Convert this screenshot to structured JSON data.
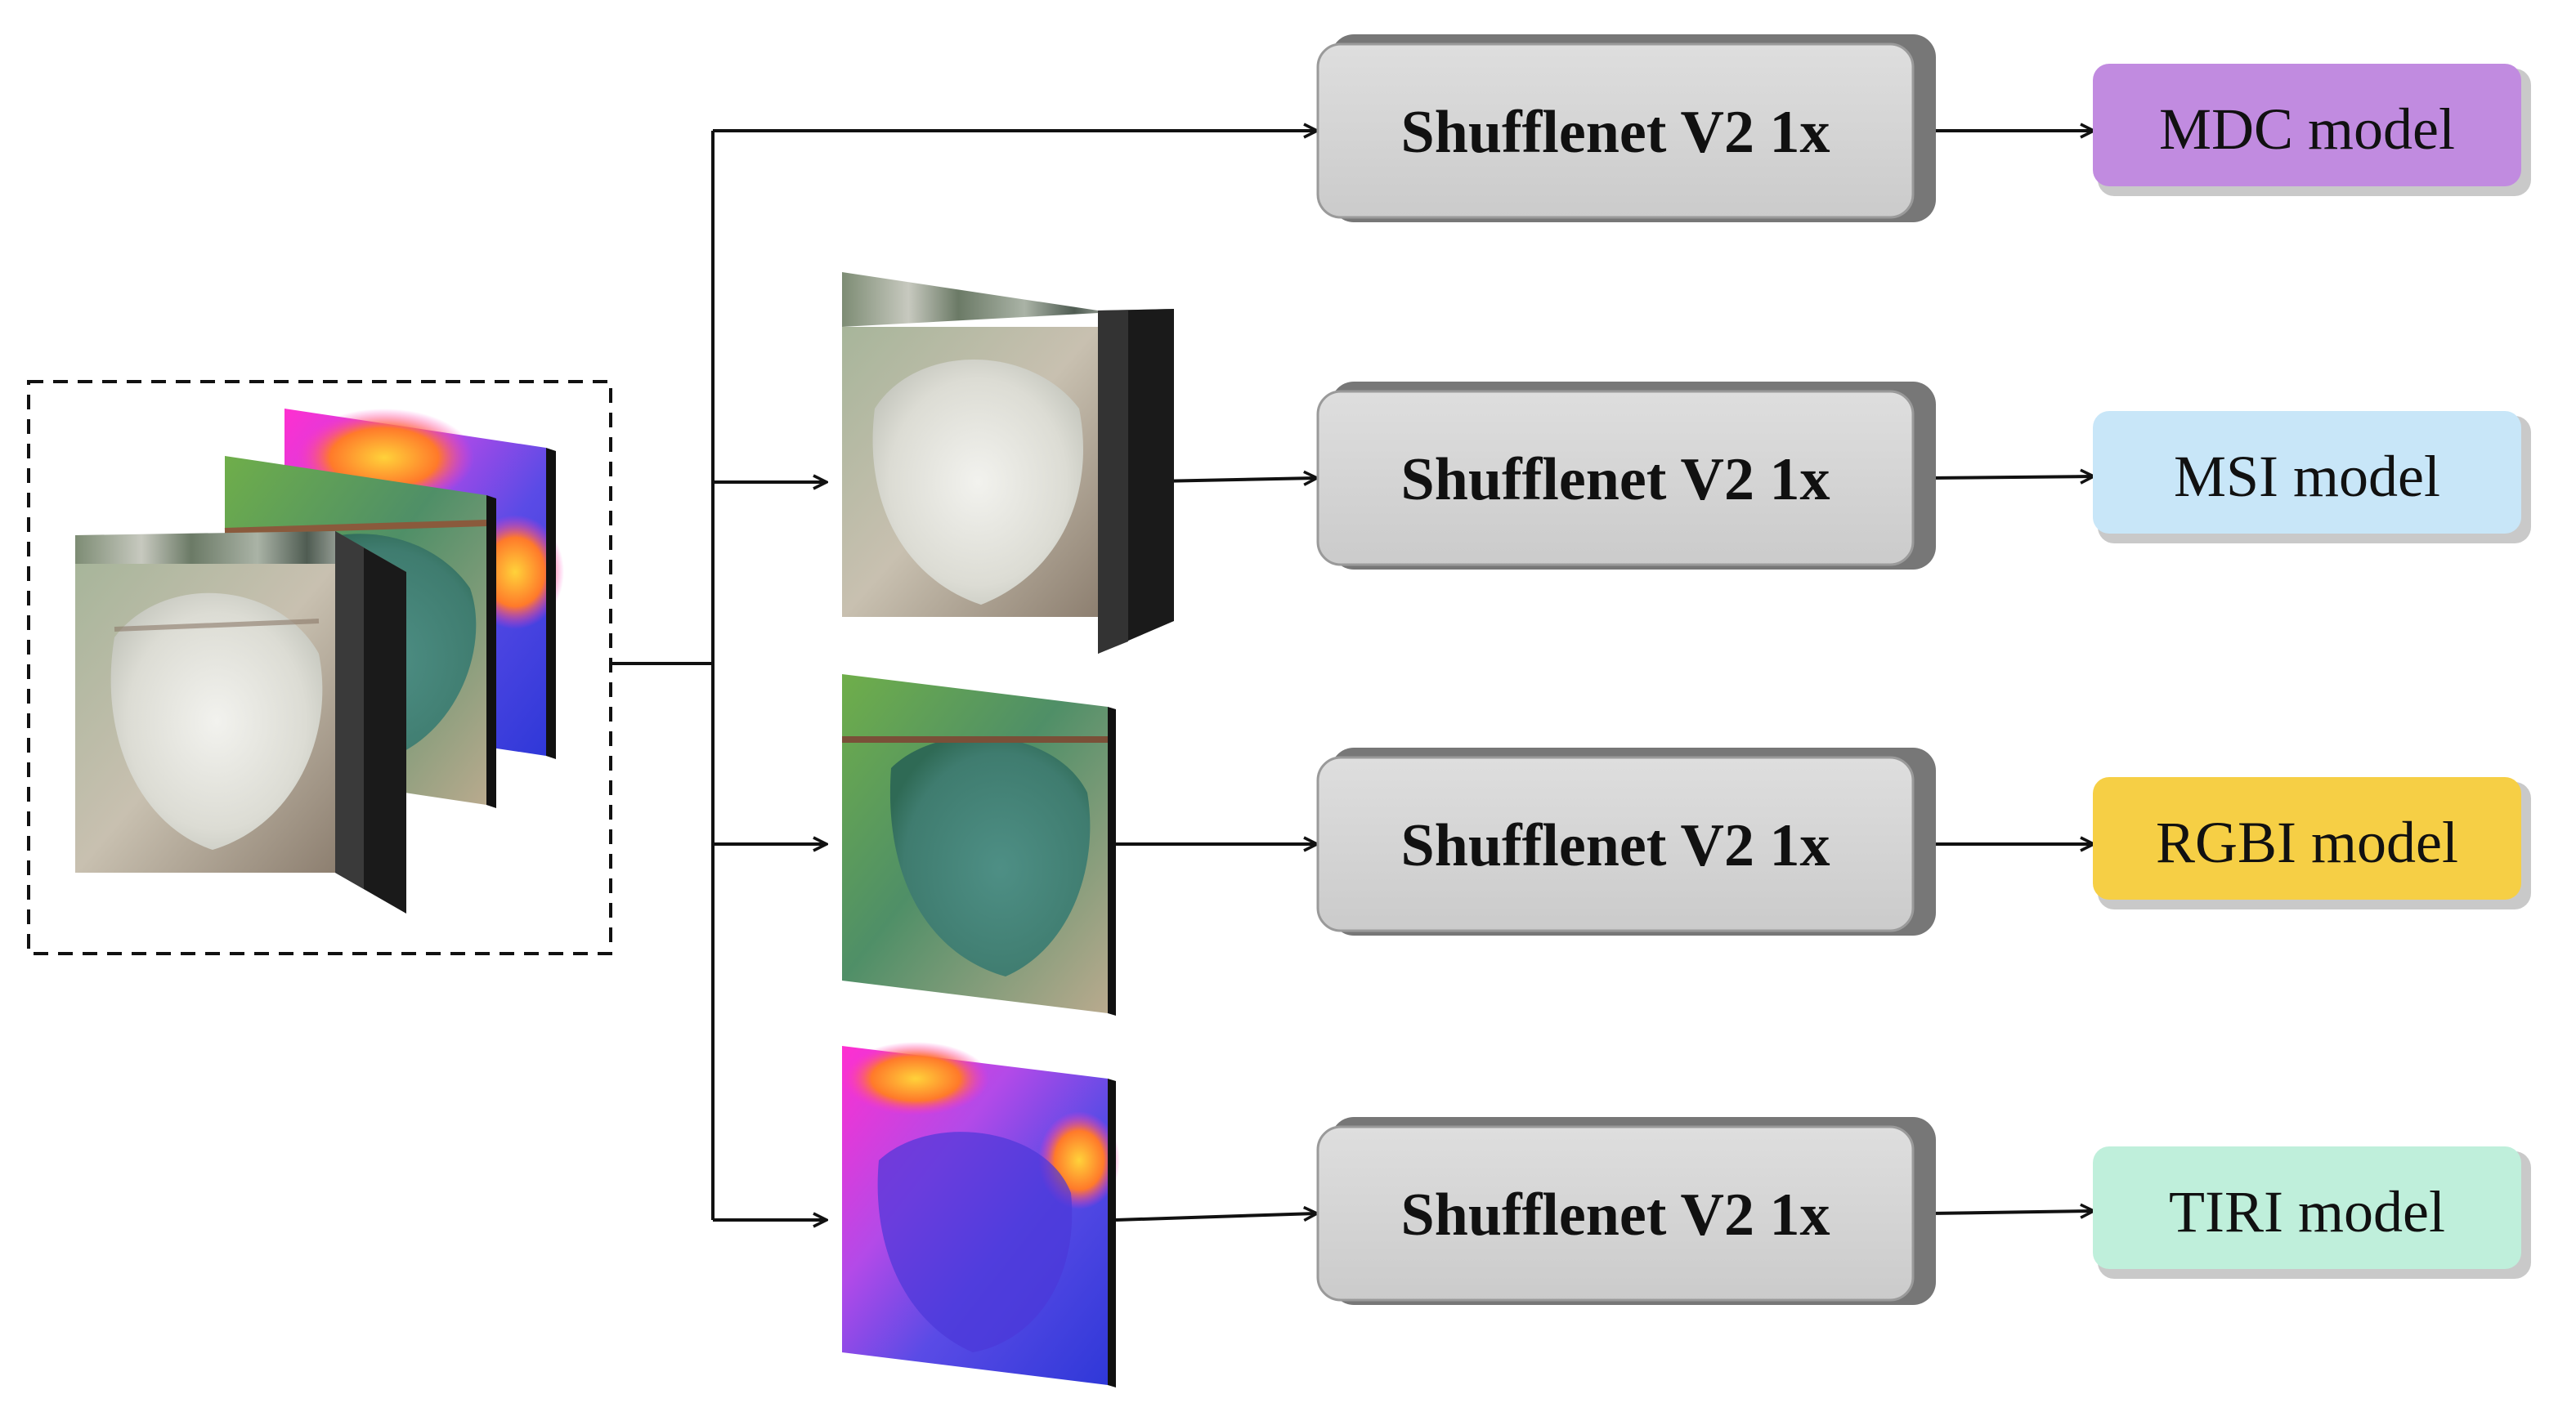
{
  "branches": [
    {
      "network": "Shufflenet V2 1x",
      "output": "MDC model",
      "color": "#c18be0",
      "input": "multimodal-cube"
    },
    {
      "network": "Shufflenet V2 1x",
      "output": "MSI model",
      "color": "#c8e6f8",
      "input": "multispectral-cube"
    },
    {
      "network": "Shufflenet V2 1x",
      "output": "RGBI model",
      "color": "#f6cf45",
      "input": "rgb-image"
    },
    {
      "network": "Shufflenet V2 1x",
      "output": "TIRI model",
      "color": "#bfefdb",
      "input": "thermal-image"
    }
  ],
  "colors": {
    "network_box": "#d2d2d2",
    "network_shadow": "#777777",
    "arrow": "#111111",
    "leaf_green": "#5b9a86",
    "thermal_magenta": "#e83ad6",
    "thermal_blue": "#4a3ee0"
  }
}
